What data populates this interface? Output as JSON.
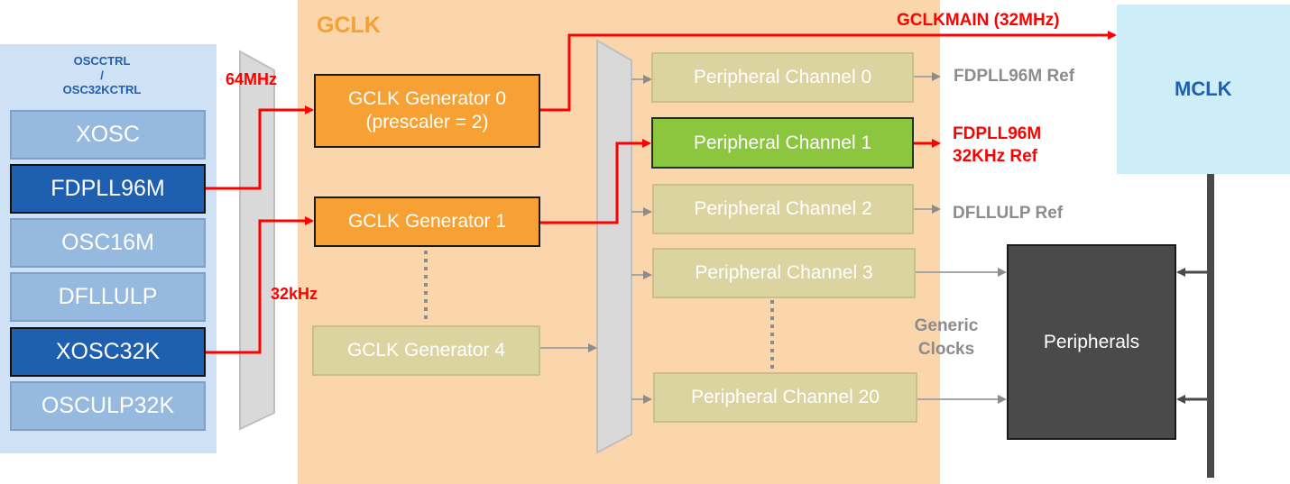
{
  "osc_group": {
    "title_line1": "OSCCTRL",
    "title_line2": "/",
    "title_line3": "OSC32KCTRL",
    "items": [
      "XOSC",
      "FDPLL96M",
      "OSC16M",
      "DFLLULP",
      "XOSC32K",
      "OSCULP32K"
    ]
  },
  "gclk": {
    "title": "GCLK",
    "generators": {
      "g0_line1": "GCLK Generator 0",
      "g0_line2": "(prescaler = 2)",
      "g1": "GCLK Generator 1",
      "g4": "GCLK Generator 4"
    },
    "channels": {
      "ch0": "Peripheral Channel 0",
      "ch1": "Peripheral Channel 1",
      "ch2": "Peripheral Channel 2",
      "ch3": "Peripheral Channel 3",
      "ch20": "Peripheral Channel 20"
    }
  },
  "signals": {
    "freq_64": "64MHz",
    "freq_32k": "32kHz",
    "gclkmain": "GCLKMAIN (32MHz)",
    "out_ch0": "FDPLL96M Ref",
    "out_ch1_line1": "FDPLL96M",
    "out_ch1_line2": "32KHz Ref",
    "out_ch2": "DFLLULP Ref",
    "generic_line1": "Generic",
    "generic_line2": "Clocks"
  },
  "mclk": {
    "title": "MCLK"
  },
  "peripherals": {
    "title": "Peripherals"
  },
  "colors": {
    "osc_bg": "#cfe1f5",
    "gclk_bg": "#fbd5ab",
    "mclk_bg": "#cdeef8",
    "active_red": "#ff0000",
    "gclk_orange": "#f7a033",
    "osc_active": "#1f5fb0",
    "channel_active": "#8cc63f",
    "muted_gray": "#8c8c8c",
    "peripherals_bg": "#4a4a4a"
  }
}
